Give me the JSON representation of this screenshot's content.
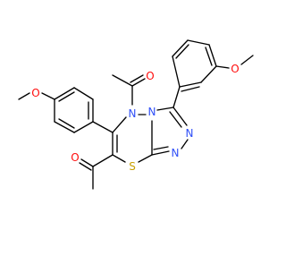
{
  "molecule": {
    "atom_labels": {
      "methoxy_left_o": "O",
      "methoxy_right_o": "O",
      "acetyl_n_o": "O",
      "acetyl_c_o": "O",
      "ring_n_4": "N",
      "ring_n_3": "N",
      "ring_n_1": "N",
      "ring_n_2": "N",
      "ring_s": "S"
    },
    "colors": {
      "oxygen": "#ff0d0d",
      "nitrogen": "#3050f8",
      "sulfur": "#c8a000",
      "carbon_bond": "#000000"
    }
  }
}
